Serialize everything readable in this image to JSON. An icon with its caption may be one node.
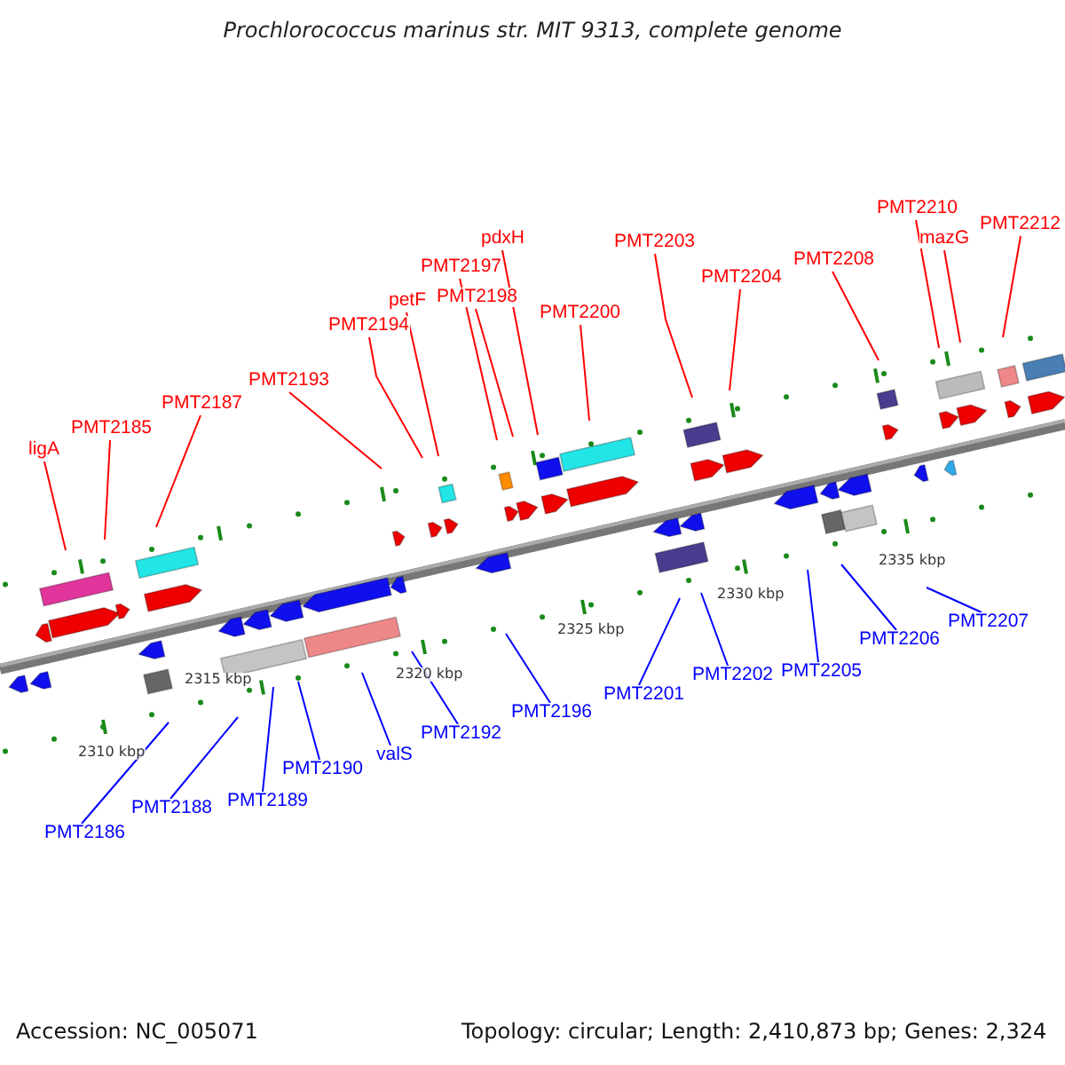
{
  "diagram": {
    "title": "Prochlorococcus marinus str. MIT 9313, complete genome",
    "nodes": [
      {
        "text": [
          "ligA"
        ]
      },
      {
        "text": [
          "PMT2185"
        ]
      },
      {
        "text": [
          "PMT2187"
        ]
      },
      {
        "text": [
          "PMT2193"
        ]
      },
      {
        "text": [
          "PMT2194"
        ]
      },
      {
        "text": [
          "petF"
        ]
      },
      {
        "text": [
          "PMT2197"
        ]
      },
      {
        "text": [
          "PMT2198"
        ]
      },
      {
        "text": [
          "pdxH"
        ]
      },
      {
        "text": [
          "PMT2200"
        ]
      },
      {
        "text": [
          "PMT2203"
        ]
      },
      {
        "text": [
          "PMT2204"
        ]
      },
      {
        "text": [
          "PMT2208"
        ]
      },
      {
        "text": [
          "PMT2210"
        ]
      },
      {
        "text": [
          "mazG"
        ]
      },
      {
        "text": [
          "PMT2212"
        ]
      },
      {
        "text": [
          "PMT2186"
        ]
      },
      {
        "text": [
          "PMT2188"
        ]
      },
      {
        "text": [
          "PMT2189"
        ]
      },
      {
        "text": [
          "PMT2190"
        ]
      },
      {
        "text": [
          "valS"
        ]
      },
      {
        "text": [
          "PMT2192"
        ]
      },
      {
        "text": [
          "PMT2196"
        ]
      },
      {
        "text": [
          "PMT2201"
        ]
      },
      {
        "text": [
          "PMT2202"
        ]
      },
      {
        "text": [
          "PMT2205"
        ]
      },
      {
        "text": [
          "PMT2206"
        ]
      },
      {
        "text": [
          "PMT2207"
        ]
      }
    ],
    "edges": [
      {
        "from": 0,
        "to": null,
        "arrow": "none"
      },
      {
        "from": 1,
        "to": null,
        "arrow": "none"
      },
      {
        "from": 2,
        "to": null,
        "arrow": "none"
      },
      {
        "from": 3,
        "to": null,
        "arrow": "none"
      },
      {
        "from": 4,
        "to": null,
        "arrow": "none"
      },
      {
        "from": 5,
        "to": null,
        "arrow": "none"
      },
      {
        "from": 6,
        "to": null,
        "arrow": "none"
      },
      {
        "from": 7,
        "to": null,
        "arrow": "none"
      },
      {
        "from": 8,
        "to": null,
        "arrow": "none"
      },
      {
        "from": 9,
        "to": null,
        "arrow": "none"
      },
      {
        "from": 10,
        "to": null,
        "arrow": "none"
      },
      {
        "from": 11,
        "to": null,
        "arrow": "none"
      },
      {
        "from": 12,
        "to": null,
        "arrow": "none"
      },
      {
        "from": 13,
        "to": null,
        "arrow": "none"
      },
      {
        "from": 14,
        "to": null,
        "arrow": "none"
      },
      {
        "from": 15,
        "to": null,
        "arrow": "none"
      },
      {
        "from": 16,
        "to": null,
        "arrow": "none",
        "color": "#0000ff"
      },
      {
        "from": 17,
        "to": null,
        "arrow": "none",
        "color": "#0000ff"
      },
      {
        "from": 18,
        "to": null,
        "arrow": "none",
        "color": "#0000ff"
      },
      {
        "from": 19,
        "to": null,
        "arrow": "none",
        "color": "#0000ff"
      },
      {
        "from": 20,
        "to": null,
        "arrow": "none",
        "color": "#0000ff"
      },
      {
        "from": 21,
        "to": null,
        "arrow": "none",
        "color": "#0000ff"
      },
      {
        "from": 22,
        "to": null,
        "arrow": "none",
        "color": "#0000ff"
      },
      {
        "from": 23,
        "to": null,
        "arrow": "none",
        "color": "#0000ff"
      },
      {
        "from": 24,
        "to": null,
        "arrow": "none",
        "color": "#0000ff"
      },
      {
        "from": 25,
        "to": null,
        "arrow": "none",
        "color": "#0000ff"
      },
      {
        "from": 26,
        "to": null,
        "arrow": "none",
        "color": "#0000ff"
      },
      {
        "from": 27,
        "to": null,
        "arrow": "none",
        "color": "#0000ff"
      }
    ],
    "labels": [
      "2310 kbp",
      "2315 kbp",
      "2320 kbp",
      "2325 kbp",
      "2330 kbp",
      "2335 kbp",
      "Accession: NC_005071",
      "Topology: circular; Length: 2,410,873 bp; Genes: 2,324"
    ]
  }
}
